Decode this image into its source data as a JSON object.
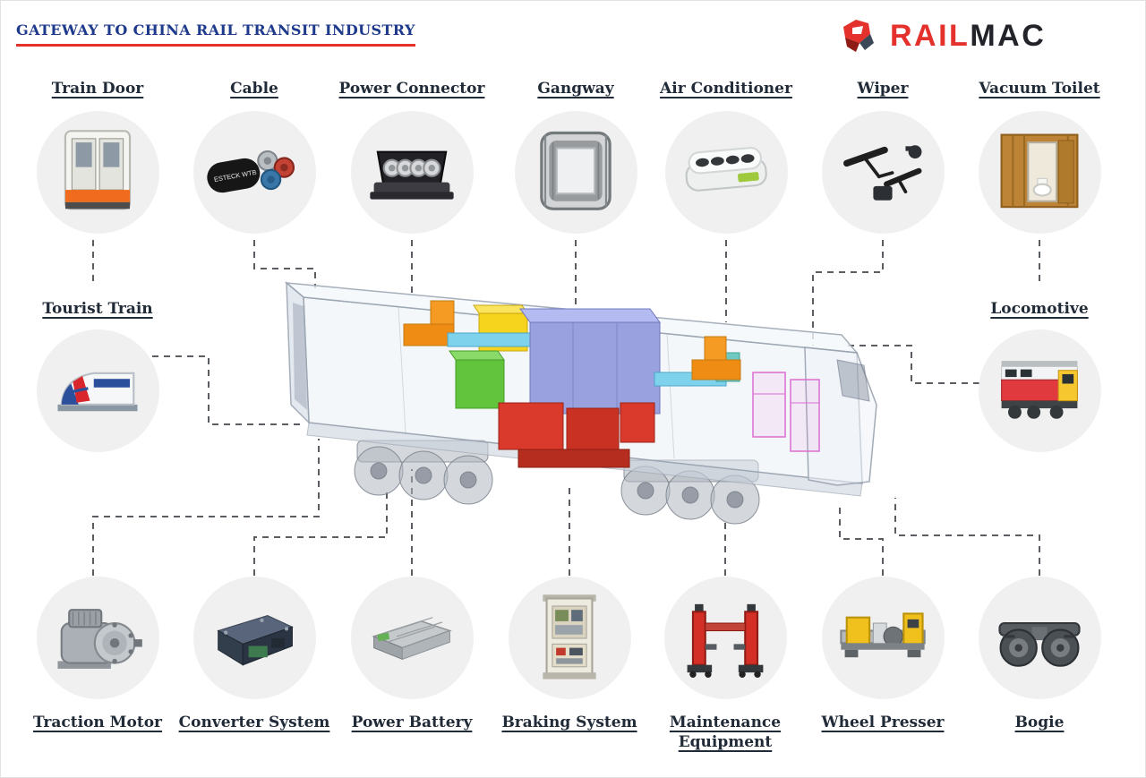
{
  "header": {
    "title": "GATEWAY TO CHINA RAIL TRANSIT INDUSTRY",
    "brand": {
      "word_red": "RAIL",
      "word_dark": "MAC"
    }
  },
  "products": {
    "top": [
      {
        "label": "Train Door",
        "icon": "train-door-icon"
      },
      {
        "label": "Cable",
        "icon": "cable-icon",
        "print": "ESTECK WTB"
      },
      {
        "label": "Power Connector",
        "icon": "power-connector-icon"
      },
      {
        "label": "Gangway",
        "icon": "gangway-icon"
      },
      {
        "label": "Air Conditioner",
        "icon": "air-conditioner-icon"
      },
      {
        "label": "Wiper",
        "icon": "wiper-icon"
      },
      {
        "label": "Vacuum Toilet",
        "icon": "vacuum-toilet-icon"
      }
    ],
    "middle_left": {
      "label": "Tourist Train",
      "icon": "tourist-train-icon"
    },
    "middle_right": {
      "label": "Locomotive",
      "icon": "locomotive-icon"
    },
    "bottom": [
      {
        "label": "Traction Motor",
        "icon": "traction-motor-icon"
      },
      {
        "label": "Converter System",
        "icon": "converter-system-icon"
      },
      {
        "label": "Power Battery",
        "icon": "power-battery-icon"
      },
      {
        "label": "Braking System",
        "icon": "braking-system-icon"
      },
      {
        "label": "Maintenance Equipment",
        "icon": "maintenance-equipment-icon"
      },
      {
        "label": "Wheel Presser",
        "icon": "wheel-presser-icon"
      },
      {
        "label": "Bogie",
        "icon": "bogie-icon"
      }
    ]
  },
  "center_illustration": {
    "description": "Translucent locomotive cutaway with color-coded onboard components"
  },
  "colors": {
    "accent_red": "#e4312b",
    "title_blue": "#1e3a8c",
    "label_dark": "#212b38",
    "circle_bg": "#f0f0f1",
    "connector": "#5a5d61"
  }
}
